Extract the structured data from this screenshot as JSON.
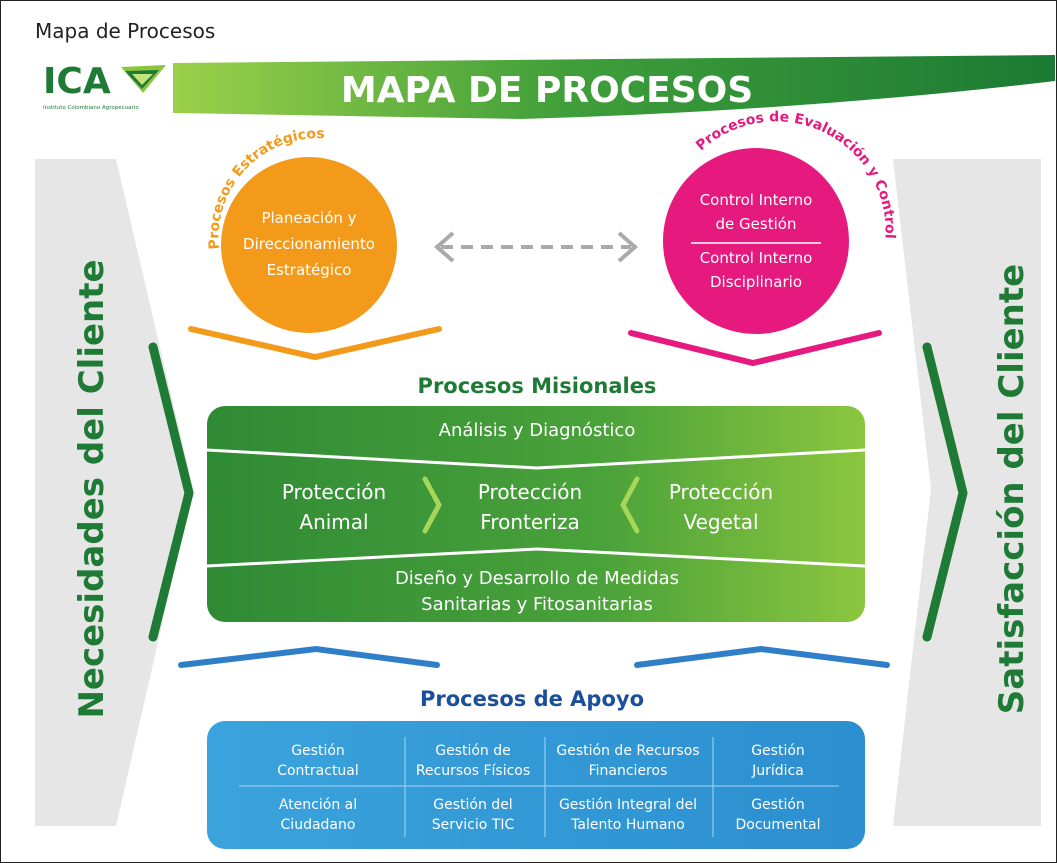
{
  "page_title": "Mapa de Procesos",
  "logo": {
    "text": "ICA",
    "subtitle": "Instituto Colombiano Agropecuario"
  },
  "banner_title": "MAPA DE PROCESOS",
  "side": {
    "left": "Necesidades del Cliente",
    "right": "Satisfacción del Cliente"
  },
  "estrategicos": {
    "label": "Procesos Estratégicos",
    "lines": [
      "Planeación y",
      "Direccionamiento",
      "Estratégico"
    ]
  },
  "evaluacion": {
    "label": "Procesos de Evaluación y Control",
    "item1": [
      "Control Interno",
      "de Gestión"
    ],
    "item2": [
      "Control Interno",
      "Disciplinario"
    ]
  },
  "misionales": {
    "title": "Procesos Misionales",
    "top": "Análisis y Diagnóstico",
    "animal": [
      "Protección",
      "Animal"
    ],
    "fronteriza": [
      "Protección",
      "Fronteriza"
    ],
    "vegetal": [
      "Protección",
      "Vegetal"
    ],
    "bottom": [
      "Diseño y Desarrollo de Medidas",
      "Sanitarias y Fitosanitarias"
    ]
  },
  "apoyo": {
    "title": "Procesos de Apoyo",
    "row1": [
      [
        "Gestión",
        "Contractual"
      ],
      [
        "Gestión de",
        "Recursos Físicos"
      ],
      [
        "Gestión de Recursos",
        "Financieros"
      ],
      [
        "Gestión",
        "Jurídica"
      ]
    ],
    "row2": [
      [
        "Atención al",
        "Ciudadano"
      ],
      [
        "Gestión del",
        "Servicio TIC"
      ],
      [
        "Gestión Integral del",
        "Talento Humano"
      ],
      [
        "Gestión",
        "Documental"
      ]
    ]
  },
  "colors": {
    "green_dark": "#1e7a35",
    "green_light": "#8cc63f",
    "orange": "#f39a1b",
    "magenta": "#e5197e",
    "blue": "#2f96d3",
    "blue_dark": "#1b4f9c",
    "gray": "#e6e6e6"
  }
}
